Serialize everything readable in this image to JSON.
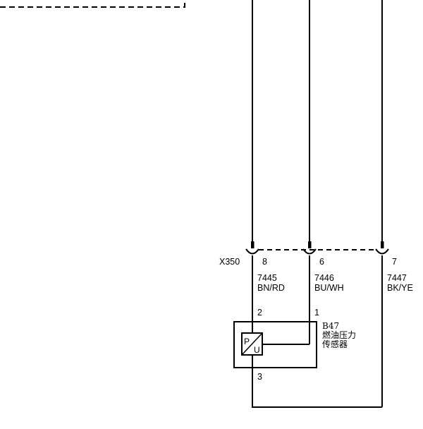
{
  "connector": {
    "id": "X350",
    "pins": [
      {
        "pin": "8",
        "circuit": "7445",
        "color": "BN/RD"
      },
      {
        "pin": "6",
        "circuit": "7446",
        "color": "BU/WH"
      },
      {
        "pin": "7",
        "circuit": "7447",
        "color": "BK/YE"
      }
    ]
  },
  "sensor": {
    "id": "B47",
    "name": "燃油压力",
    "name2": "传感器",
    "symbol_p": "P",
    "symbol_u": "U",
    "pin_top_left": "2",
    "pin_top_right": "1",
    "pin_bottom": "3"
  }
}
